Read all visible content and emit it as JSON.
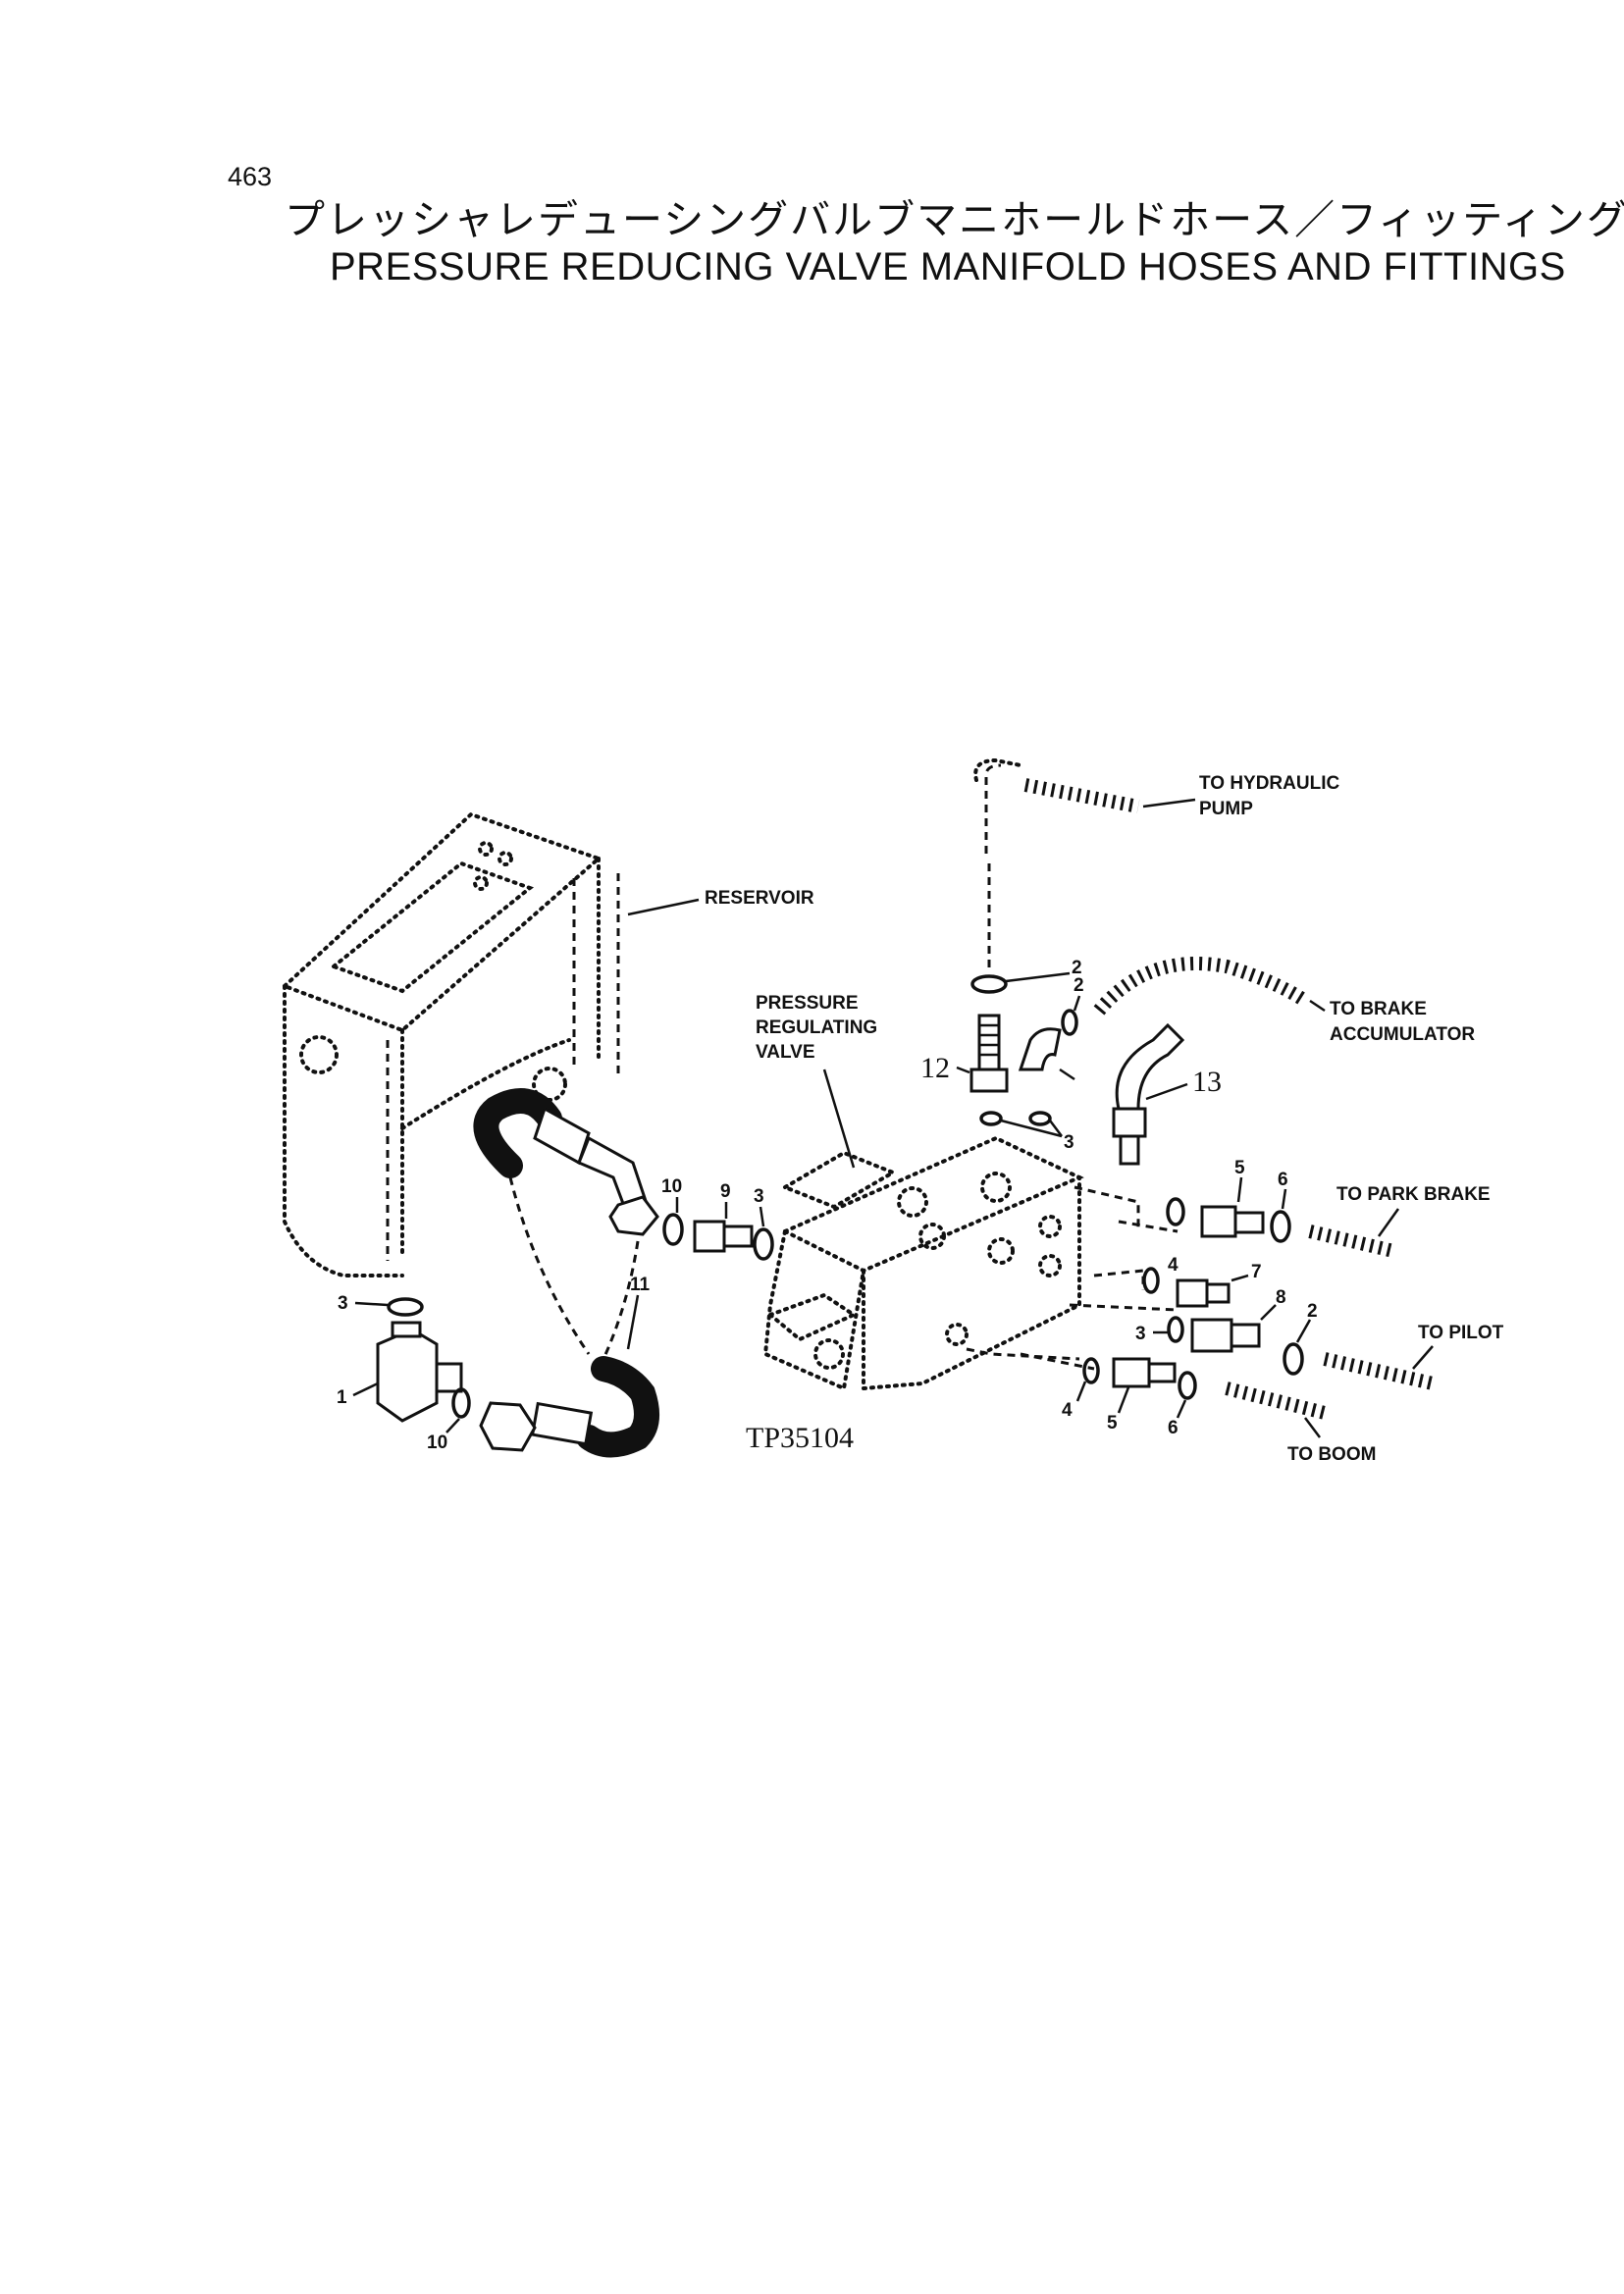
{
  "header": {
    "page_number": "463",
    "title_jp": "プレッシャレデューシングバルブマニホールドホース／フィッティング",
    "title_en": "PRESSURE REDUCING VALVE MANIFOLD HOSES AND FITTINGS"
  },
  "diagram": {
    "figure_id": "TP35104",
    "labels": {
      "reservoir": "RESERVOIR",
      "valve_1": "PRESSURE",
      "valve_2": "REGULATING",
      "valve_3": "VALVE",
      "hyd_1": "TO HYDRAULIC",
      "hyd_2": "PUMP",
      "brake_1": "TO BRAKE",
      "brake_2": "ACCUMULATOR",
      "park_brake": "TO PARK BRAKE",
      "pilot": "TO PILOT",
      "boom": "TO BOOM"
    },
    "callouts": {
      "c1": "1",
      "c2_top": "2",
      "c2_right": "2",
      "c3_left": "3",
      "c3_mid": "3",
      "c3_top": "3",
      "c3_lower": "3",
      "c4_upper": "4",
      "c4_lower": "4",
      "c5_upper": "5",
      "c5_lower": "5",
      "c6_upper": "6",
      "c6_lower": "6",
      "c7": "7",
      "c8": "8",
      "c9": "9",
      "c10_top": "10",
      "c10_bottom": "10",
      "c11": "11",
      "c12": "12",
      "c13": "13"
    }
  }
}
